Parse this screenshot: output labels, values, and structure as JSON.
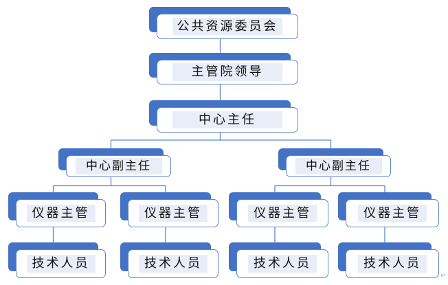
{
  "diagram": {
    "type": "org-chart",
    "nodes": [
      {
        "id": "committee",
        "label": "公共资源委员会",
        "level": 1,
        "parent": null
      },
      {
        "id": "institute-leaders",
        "label": "主管院领导",
        "level": 2,
        "parent": "committee"
      },
      {
        "id": "center-director",
        "label": "中心主任",
        "level": 3,
        "parent": "institute-leaders"
      },
      {
        "id": "deputy-left",
        "label": "中心副主任",
        "level": 4,
        "parent": "center-director"
      },
      {
        "id": "deputy-right",
        "label": "中心副主任",
        "level": 4,
        "parent": "center-director"
      },
      {
        "id": "supervisor-1",
        "label": "仪器主管",
        "level": 5,
        "parent": "deputy-left"
      },
      {
        "id": "supervisor-2",
        "label": "仪器主管",
        "level": 5,
        "parent": "deputy-left"
      },
      {
        "id": "supervisor-3",
        "label": "仪器主管",
        "level": 5,
        "parent": "deputy-right"
      },
      {
        "id": "supervisor-4",
        "label": "仪器主管",
        "level": 5,
        "parent": "deputy-right"
      },
      {
        "id": "technician-1",
        "label": "技术人员",
        "level": 6,
        "parent": "supervisor-1"
      },
      {
        "id": "technician-2",
        "label": "技术人员",
        "level": 6,
        "parent": "supervisor-2"
      },
      {
        "id": "technician-3",
        "label": "技术人员",
        "level": 6,
        "parent": "supervisor-3"
      },
      {
        "id": "technician-4",
        "label": "技术人员",
        "level": 6,
        "parent": "supervisor-4"
      }
    ]
  },
  "colors": {
    "shadow_blue": "#4472C4",
    "box_border": "#5B87CC",
    "box_fill": "#FFFFFF",
    "label_highlight": "#E8EDF8",
    "connector": "#5B87CC",
    "text": "#111111"
  },
  "artifacts": {
    "paragraph_mark": "↵"
  }
}
